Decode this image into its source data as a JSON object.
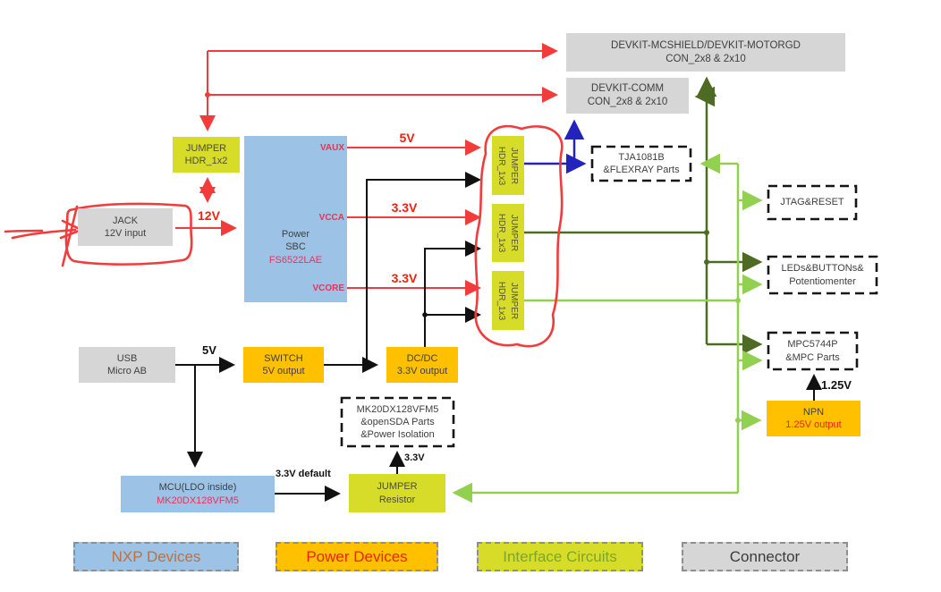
{
  "boxes": {
    "devkit_mcshield": {
      "line1": "DEVKIT-MCSHIELD/DEVKIT-MOTORGD",
      "line2": "CON_2x8 & 2x10"
    },
    "devkit_comm": {
      "line1": "DEVKIT-COMM",
      "line2": "CON_2x8 & 2x10"
    },
    "jumper_hdr1x2": {
      "line1": "JUMPER",
      "line2": "HDR_1x2"
    },
    "jack": {
      "line1": "JACK",
      "line2": "12V input"
    },
    "power_sbc": {
      "line1": "Power",
      "line2": "SBC",
      "part": "FS6522LAE",
      "pins": [
        "VAUX",
        "VCCA",
        "VCORE"
      ]
    },
    "jumpers": [
      {
        "line1": "JUMPER",
        "line2": "HDR_1x3"
      },
      {
        "line1": "JUMPER",
        "line2": "HDR_1x3"
      },
      {
        "line1": "JUMPER",
        "line2": "HDR_1x3"
      }
    ],
    "tja": {
      "line1": "TJA1081B",
      "line2": "&FLEXRAY Parts"
    },
    "jtag": {
      "line1": "JTAG&RESET"
    },
    "leds": {
      "line1": "LEDs&BUTTONs&",
      "line2": "Potentiomenter"
    },
    "mpc": {
      "line1": "MPC5744P",
      "line2": "&MPC Parts"
    },
    "npn": {
      "line1": "NPN",
      "line2": "1.25V output"
    },
    "usb": {
      "line1": "USB",
      "line2": "Micro AB"
    },
    "switch": {
      "line1": "SWITCH",
      "line2": "5V output"
    },
    "dcdc": {
      "line1": "DC/DC",
      "line2": "3.3V output"
    },
    "mk20": {
      "line1": "MK20DX128VFM5",
      "line2": "&openSDA Parts",
      "line3": "&Power Isolation"
    },
    "jumper_resistor": {
      "line1": "JUMPER",
      "line2": "Resistor"
    },
    "mcu": {
      "line1": "MCU(LDO inside)",
      "line2": "MK20DX128VFM5"
    }
  },
  "labels": {
    "jack_to_sbc": "12V",
    "vaux_rail": "5V",
    "vcca_rail": "3.3V",
    "vcore_rail": "3.3V",
    "usb_to_switch": "5V",
    "npn_to_mpc": "1.25V",
    "resistor_to_mk20": "3.3V",
    "mcu_to_resistor": "3.3V default"
  },
  "legend": {
    "items": [
      {
        "label": "NXP Devices"
      },
      {
        "label": "Power Devices"
      },
      {
        "label": "Interface Circuits"
      },
      {
        "label": "Connector"
      }
    ]
  },
  "colors": {
    "nxp_fill": "#9cc3e5",
    "power_fill": "#ffc000",
    "interface_fill": "#d6dc28",
    "connector_fill": "#d6d6d6",
    "wire_red": "#f23b3b",
    "wire_black": "#111111",
    "wire_dark_green": "#4d6b22",
    "wire_light_green": "#92d050",
    "wire_blue": "#2323bd",
    "accent_red_text": "#e8335a",
    "legend_nxp_text": "#c0703d",
    "legend_power_text": "#ee2211",
    "legend_interface_text": "#7ca62e",
    "legend_connector_text": "#3b3b3b"
  }
}
